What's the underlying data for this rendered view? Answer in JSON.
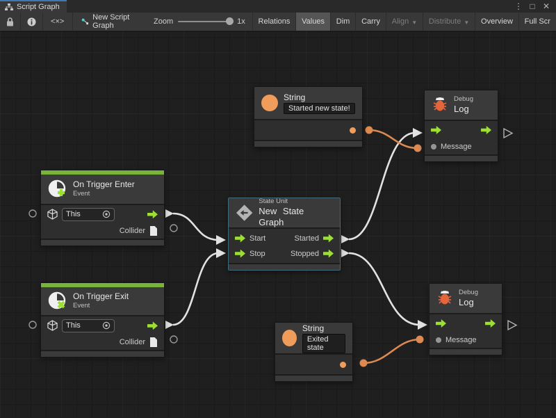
{
  "window": {
    "tab_label": "Script Graph",
    "controls": {
      "menu_glyph": "⋮",
      "maximize_glyph": "□",
      "close_glyph": "✕"
    }
  },
  "toolbar": {
    "code_glyph": "<×>",
    "graph_name": "New Script Graph",
    "zoom_label": "Zoom",
    "zoom_level": "1x",
    "dropdown_glyph": "▼",
    "buttons": [
      {
        "label": "Relations",
        "state": "normal"
      },
      {
        "label": "Values",
        "state": "active"
      },
      {
        "label": "Dim",
        "state": "normal"
      },
      {
        "label": "Carry",
        "state": "normal"
      },
      {
        "label": "Align",
        "state": "disabled",
        "dropdown": true
      },
      {
        "label": "Distribute",
        "state": "disabled",
        "dropdown": true
      },
      {
        "label": "Overview",
        "state": "normal"
      },
      {
        "label": "Full Scr",
        "state": "normal"
      }
    ]
  },
  "nodes": {
    "string_top": {
      "title": "String",
      "value": "Started new state!"
    },
    "string_bottom": {
      "title": "String",
      "value": "Exited state"
    },
    "debug_top": {
      "subtitle": "Debug",
      "title": "Log",
      "input_label": "Message"
    },
    "debug_bottom": {
      "subtitle": "Debug",
      "title": "Log",
      "input_label": "Message"
    },
    "trigger_enter": {
      "title": "On Trigger Enter",
      "subtitle": "Event",
      "target_value": "This",
      "output_label": "Collider"
    },
    "trigger_exit": {
      "title": "On Trigger Exit",
      "subtitle": "Event",
      "target_value": "This",
      "output_label": "Collider"
    },
    "state_unit": {
      "subtitle": "State Unit",
      "title": "New State Graph",
      "inputs": [
        "Start",
        "Stop"
      ],
      "outputs": [
        "Started",
        "Stopped"
      ]
    }
  },
  "colors": {
    "accent_green": "#9ce034",
    "stripe_green": "#79b43a",
    "accent_orange": "#f09c5a",
    "bug_red": "#e4643c",
    "wire_white": "#e2e2e2",
    "wire_orange": "#dd8a52",
    "selection": "#3f6b7d",
    "tab_accent": "#3e78b8"
  }
}
